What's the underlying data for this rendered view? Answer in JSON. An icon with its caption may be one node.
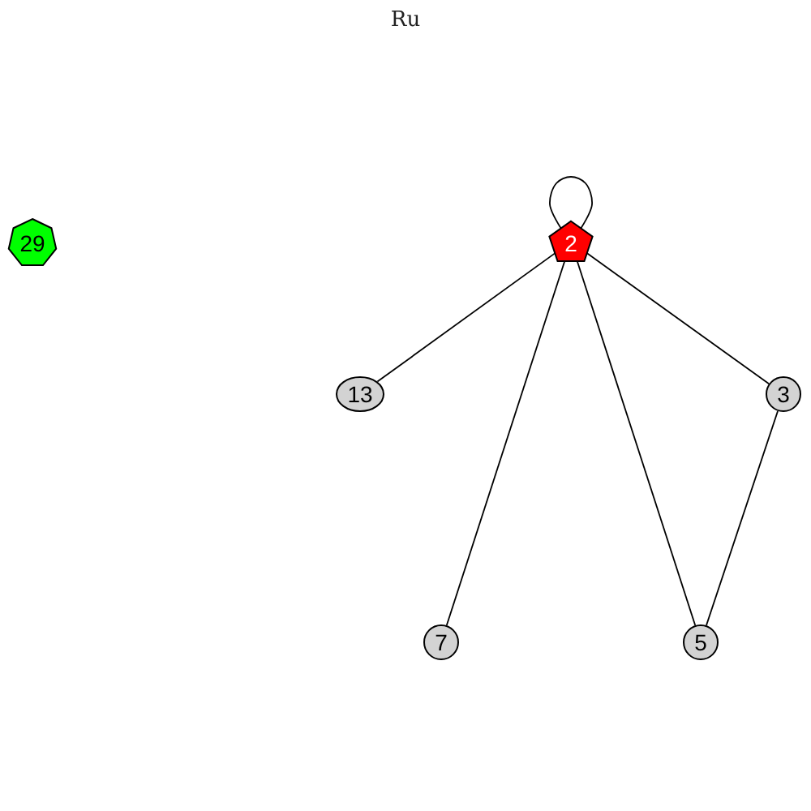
{
  "diagram": {
    "title": "Ru",
    "nodes": [
      {
        "text": [
          "29"
        ]
      },
      {
        "text": [
          "2"
        ]
      },
      {
        "text": [
          "13"
        ]
      },
      {
        "text": [
          "3"
        ]
      },
      {
        "text": [
          "7"
        ]
      },
      {
        "text": [
          "5"
        ]
      }
    ],
    "edges": [
      {
        "from": 1,
        "to": 1,
        "arrow": "none"
      },
      {
        "from": 1,
        "to": 2,
        "arrow": "none"
      },
      {
        "from": 1,
        "to": 4,
        "arrow": "none"
      },
      {
        "from": 1,
        "to": 5,
        "arrow": "none"
      },
      {
        "from": 1,
        "to": 3,
        "arrow": "none"
      },
      {
        "from": 3,
        "to": 5,
        "arrow": "none"
      }
    ]
  }
}
